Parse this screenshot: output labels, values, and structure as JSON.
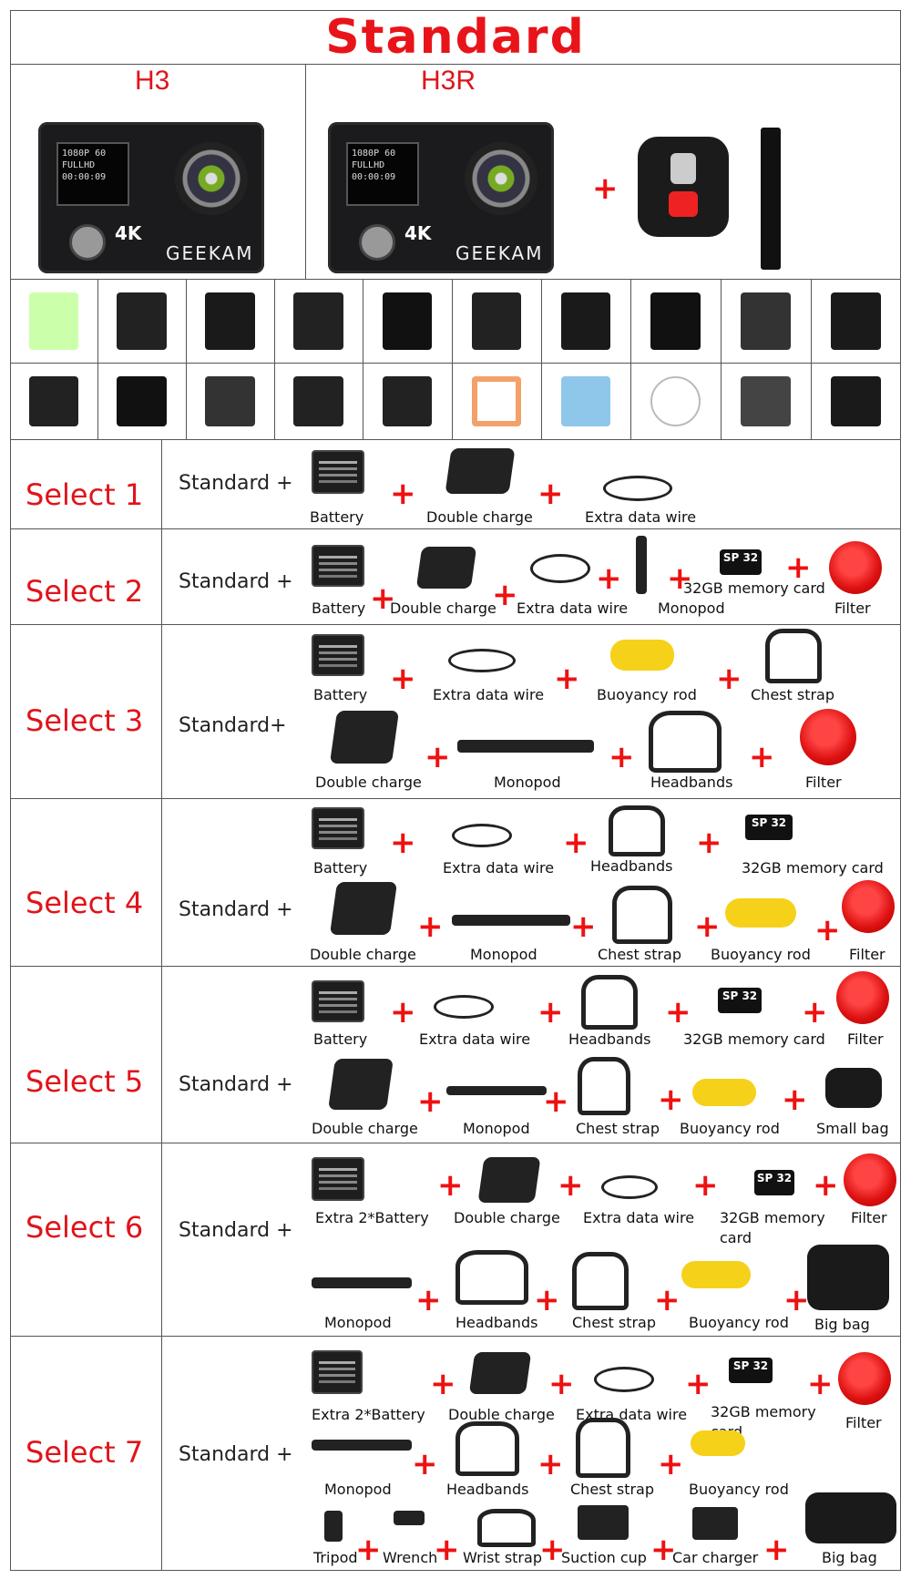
{
  "header": {
    "title": "Standard"
  },
  "models": [
    {
      "name": "H3",
      "screen": "1080P 60\nFULLHD\n00:00:09",
      "badge": "4K",
      "brand": "GEEKAM"
    },
    {
      "name": "H3R",
      "screen": "1080P 60\nFULLHD\n00:00:09",
      "badge": "4K",
      "brand": "GEEKAM"
    }
  ],
  "plus_sign": "+",
  "standard_label": "Standard +",
  "standard_label_3": "Standard+",
  "selects": [
    {
      "label": "Select 1",
      "items": [
        "Battery",
        "Double charge",
        "Extra data wire"
      ]
    },
    {
      "label": "Select 2",
      "items": [
        "Battery",
        "Double charge",
        "Extra data wire",
        "Monopod",
        "32GB memory card",
        "Filter"
      ]
    },
    {
      "label": "Select 3",
      "items": [
        "Battery",
        "Extra data wire",
        "Buoyancy rod",
        "Chest strap",
        "Double charge",
        "Monopod",
        "Headbands",
        "Filter"
      ]
    },
    {
      "label": "Select 4",
      "items": [
        "Battery",
        "Extra data wire",
        "Headbands",
        "32GB memory card",
        "Double charge",
        "Monopod",
        "Chest strap",
        "Buoyancy rod",
        "Filter"
      ]
    },
    {
      "label": "Select 5",
      "items": [
        "Battery",
        "Extra data wire",
        "Headbands",
        "32GB memory card",
        "Filter",
        "Double charge",
        "Monopod",
        "Chest strap",
        "Buoyancy rod",
        "Small bag"
      ]
    },
    {
      "label": "Select 6",
      "items": [
        "Extra 2*Battery",
        "Double charge",
        "Extra data wire",
        "32GB memory",
        "card",
        "Filter",
        "Monopod",
        "Headbands",
        "Chest strap",
        "Buoyancy rod",
        "Big bag"
      ]
    },
    {
      "label": "Select 7",
      "items": [
        "Extra 2*Battery",
        "Double charge",
        "Extra data wire",
        "32GB memory",
        "card",
        "Filter",
        "Monopod",
        "Headbands",
        "Chest strap",
        "Buoyancy rod",
        "Tripod",
        "Wrench",
        "Wrist strap",
        "Suction cup",
        "Car charger",
        "Big bag"
      ]
    }
  ],
  "colors": {
    "accent_red": "#e0141a",
    "border": "#555555"
  }
}
